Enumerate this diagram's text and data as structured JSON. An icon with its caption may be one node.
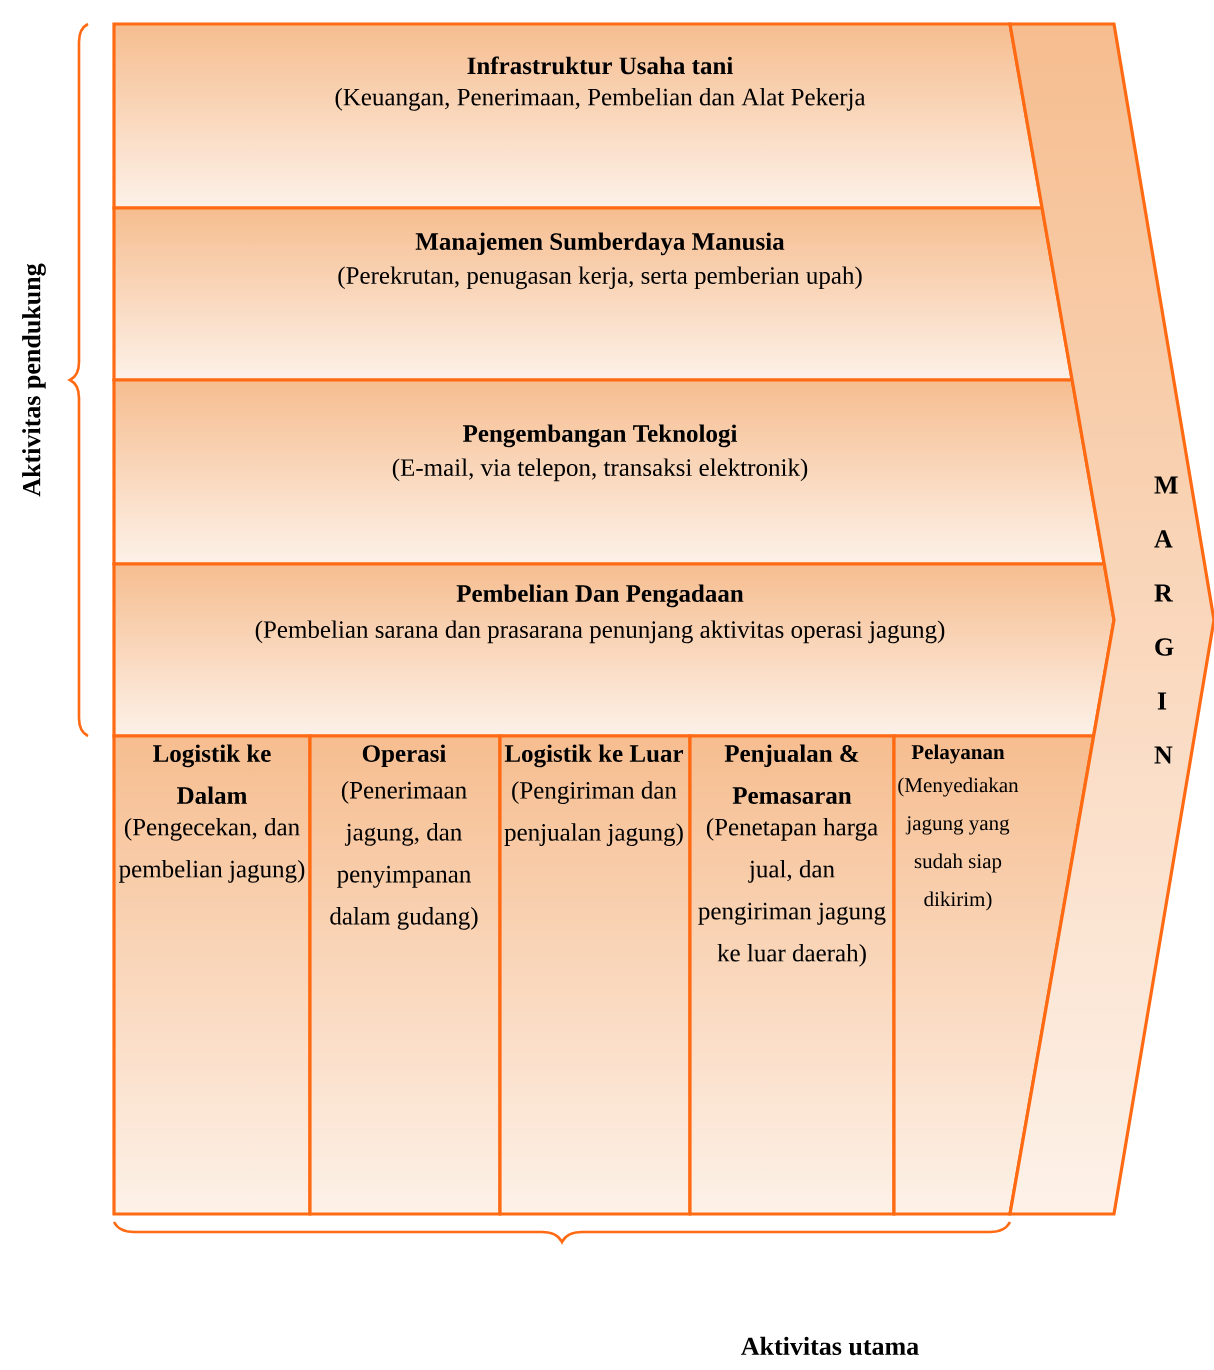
{
  "diagram": {
    "nodes": [
      {
        "text": [
          "Infrastruktur Usaha tani",
          "(Keuangan, Penerimaan, Pembelian dan Alat Pekerja"
        ]
      },
      {
        "text": [
          "Manajemen Sumberdaya Manusia",
          "(Perekrutan, penugasan kerja, serta pemberian upah)"
        ]
      },
      {
        "text": [
          "Pengembangan Teknologi",
          "(E-mail, via telepon, transaksi elektronik)"
        ]
      },
      {
        "text": [
          "Pembelian Dan Pengadaan",
          "(Pembelian sarana dan prasarana penunjang aktivitas operasi jagung)"
        ]
      },
      {
        "text": [
          "Logistik ke Dalam",
          "(Pengecekan, dan pembelian jagung)"
        ]
      },
      {
        "text": [
          "Operasi",
          "(Penerimaan jagung, dan penyimpanan dalam gudang)"
        ]
      },
      {
        "text": [
          "Logistik ke Luar",
          "(Pengiriman dan penjualan jagung)"
        ]
      },
      {
        "text": [
          "Penjualan & Pemasaran",
          "(Penetapan harga jual, dan pengiriman jagung ke luar daerah)"
        ]
      },
      {
        "text": [
          "Pelayanan",
          "(Menyediakan jagung yang sudah siap dikirim)"
        ]
      },
      {
        "text": [
          "M A R G I N"
        ]
      }
    ],
    "labels": [
      "Aktivitas pendukung",
      "Aktivitas utama"
    ]
  }
}
